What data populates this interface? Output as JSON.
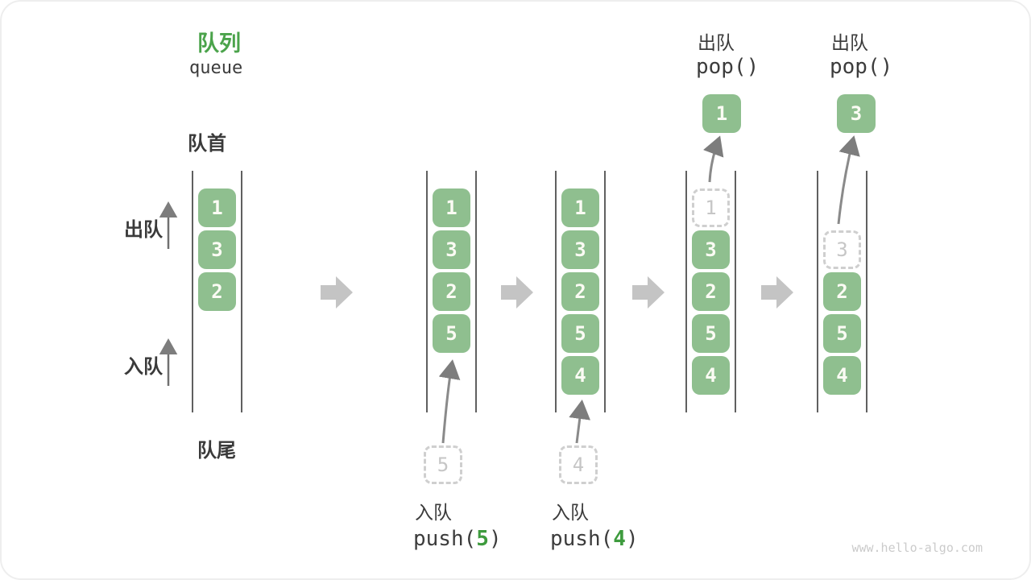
{
  "title": {
    "zh": "队列",
    "en": "queue"
  },
  "side_labels": {
    "front": "队首",
    "rear": "队尾",
    "dequeue": "出队",
    "enqueue": "入队"
  },
  "watermark": "www.hello-algo.com",
  "colors": {
    "box_green": "#8fbf8f",
    "title_green": "#4ba34b",
    "code_arg_green": "#3e9b3e",
    "text_dark": "#3c3c3c",
    "block_arrow_gray": "#c4c4c4",
    "thin_arrow_gray": "#8a8a8a",
    "column_line_gray": "#606060",
    "dashed_border_gray": "#cfcfcf",
    "watermark_gray": "#cbcbcb"
  },
  "columns": {
    "c1": {
      "slots": [
        "1",
        "3",
        "2"
      ]
    },
    "c2": {
      "slots": [
        "1",
        "3",
        "2",
        "5"
      ],
      "pending": "5",
      "op_label": "入队",
      "code_pre": "push(",
      "code_arg": "5",
      "code_post": ")"
    },
    "c3": {
      "slots": [
        "1",
        "3",
        "2",
        "5",
        "4"
      ],
      "pending": "4",
      "op_label": "入队",
      "code_pre": "push(",
      "code_arg": "4",
      "code_post": ")"
    },
    "c4": {
      "dashed": "1",
      "slots": [
        "3",
        "2",
        "5",
        "4"
      ],
      "popped": "1",
      "op_label": "出队",
      "code": "pop()"
    },
    "c5": {
      "dashed": "3",
      "slots": [
        "2",
        "5",
        "4"
      ],
      "popped": "3",
      "op_label": "出队",
      "code": "pop()"
    }
  }
}
